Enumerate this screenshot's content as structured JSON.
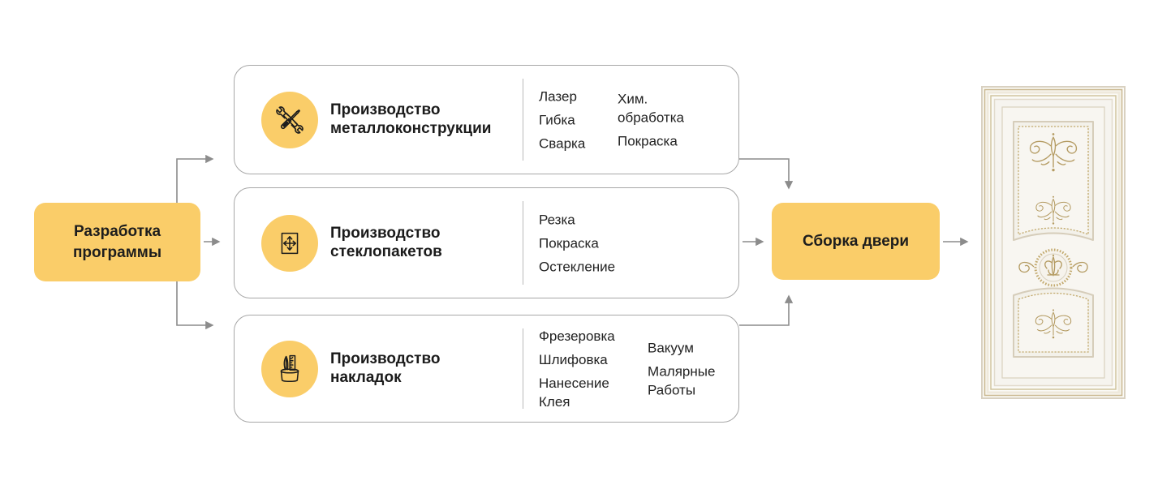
{
  "colors": {
    "accent_yellow": "#FACD69",
    "stage_border_gray": "#A7A7A7",
    "arrow_gray": "#8C8C8C",
    "divider_gray": "#B9B9B9",
    "text": "#1E1E1E",
    "door_gold": "#B49B62"
  },
  "start": {
    "label": "Разработка программы"
  },
  "stages": [
    {
      "icon": "wrench-screwdriver-icon",
      "title": "Производство металлоконструкции",
      "steps_col1": [
        "Лазер",
        "Гибка",
        "Сварка"
      ],
      "steps_col2": [
        "Хим. обработка",
        "Покраска"
      ]
    },
    {
      "icon": "resize-arrows-icon",
      "title": "Производство стеклопакетов",
      "steps_col1": [
        "Резка",
        "Покраска",
        "Остекление"
      ],
      "steps_col2": []
    },
    {
      "icon": "knife-ruler-cup-icon",
      "title": "Производство накладок",
      "steps_col1": [
        "Фрезеровка",
        "Шлифовка",
        "Нанесение Клея"
      ],
      "steps_col2": [
        "Вакуум",
        "Малярные Работы"
      ]
    }
  ],
  "end": {
    "label": "Сборка двери"
  },
  "result_image": {
    "name": "ornate-white-door-photo"
  }
}
